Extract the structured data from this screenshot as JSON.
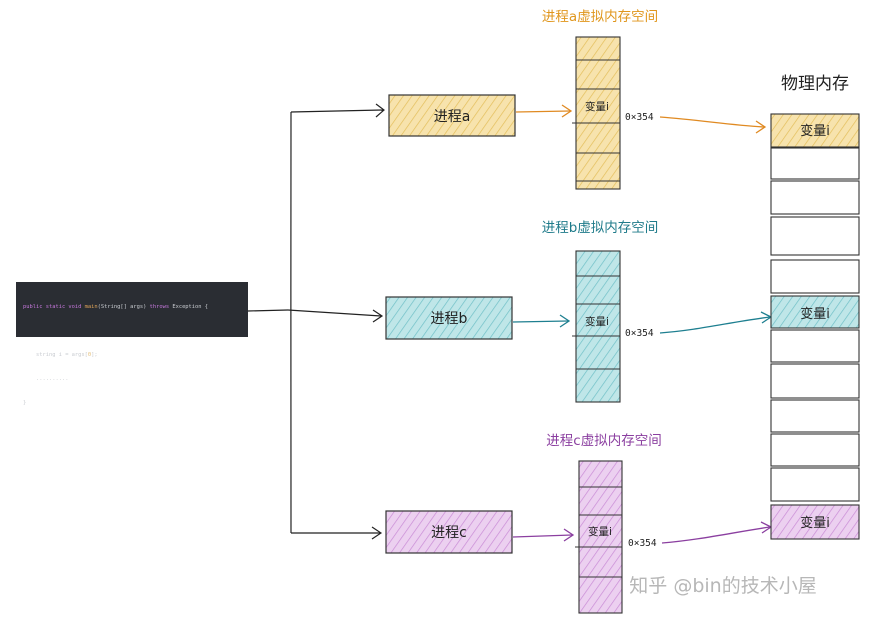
{
  "code": {
    "line1_kw1": "public static void",
    "line1_fn": "main",
    "line1_mid": "(String[] args)",
    "line1_kw2": "throws",
    "line1_end": "Exception {",
    "line2_pre": "string i = args[",
    "line2_num": "0",
    "line2_end": "];",
    "line3": "..........",
    "line4": "}"
  },
  "processes": [
    {
      "label": "进程a",
      "vm_title": "进程a虚拟内存空间",
      "var_label": "变量i",
      "address": "0×354",
      "fill": "#f4dc9a",
      "stroke": "#c99a1e",
      "title_color": "#e0961c",
      "arrow_color": "#e08a22"
    },
    {
      "label": "进程b",
      "vm_title": "进程b虚拟内存空间",
      "var_label": "变量i",
      "address": "0×354",
      "fill": "#a8dde0",
      "stroke": "#3a8f99",
      "title_color": "#1f7b8a",
      "arrow_color": "#1e7f90"
    },
    {
      "label": "进程c",
      "vm_title": "进程c虚拟内存空间",
      "var_label": "变量i",
      "address": "0×354",
      "fill": "#e3bde8",
      "stroke": "#8f4aa0",
      "title_color": "#8b3fa0",
      "arrow_color": "#8b3fa0"
    }
  ],
  "physical": {
    "title": "物理内存",
    "var_labels": [
      "变量i",
      "变量i",
      "变量i"
    ]
  },
  "watermark": "知乎 @bin的技术小屋"
}
